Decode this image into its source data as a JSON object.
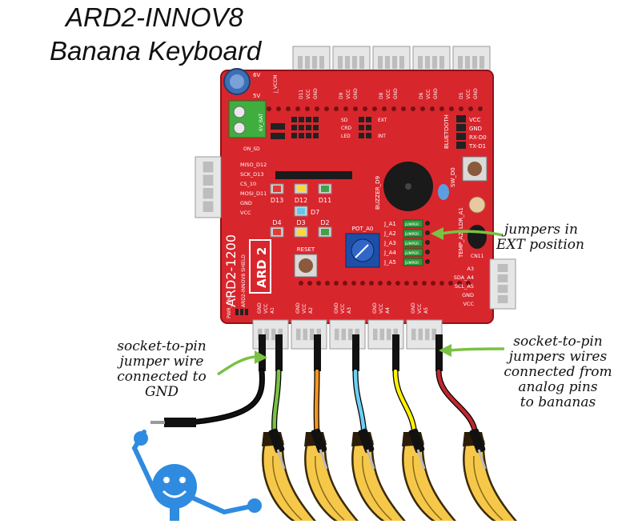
{
  "title": {
    "line1": "ARD2-INNOV8",
    "line2": "Banana Keyboard"
  },
  "annotations": {
    "gnd_wire": [
      "socket-to-pin",
      "jumper wire",
      "connected to",
      "GND"
    ],
    "jumpers": [
      "jumpers in",
      "EXT position"
    ],
    "analog_wires": [
      "socket-to-pin",
      "jumpers wires",
      "connected from",
      "analog pins",
      "to bananas"
    ]
  },
  "board": {
    "name": "ARD2-1200",
    "subname": "ARD2-INNOV8 SHIELD",
    "logo": "ARD 2",
    "leds": [
      "D13",
      "D12",
      "D11",
      "D7",
      "D4",
      "D3",
      "D2"
    ],
    "buttons": [
      "RESET",
      "SW_D0"
    ],
    "buzzer": "BUZZER_D9",
    "pot": "POT_A0",
    "sensors": [
      "LDR_A1",
      "TEMP_A2"
    ],
    "jumper_rows": [
      "J_A1",
      "J_A2",
      "J_A3",
      "J_A4",
      "J_A5"
    ],
    "jumper_label": "JUMPER",
    "power_labels": [
      "6V",
      "5V",
      "J_VCCM",
      "6V_BAT"
    ],
    "bluetooth": {
      "title": "BLUETOOTH",
      "pins": [
        "VCC",
        "GND",
        "RX-D0",
        "TX-D1"
      ]
    },
    "spi_pins": [
      "MISO_D12",
      "SCK_D13",
      "CS_10",
      "MOSI_D11",
      "GND",
      "VCC"
    ],
    "i2c_pins": [
      "A3",
      "SDA_A4",
      "SCL_A5",
      "GND",
      "VCC"
    ],
    "top_connectors": [
      "D11",
      "D9",
      "D8",
      "D6",
      "D5"
    ],
    "bottom_connectors": [
      "A1",
      "A2",
      "A3",
      "A4",
      "A5"
    ],
    "misc_labels": [
      "SD",
      "CRD",
      "LED",
      "EXT",
      "INT",
      "ON_SD",
      "PWR_ON",
      "CN11"
    ]
  },
  "colors": {
    "board": "#d8262d",
    "gnd_wire": "#111111",
    "wire_a1": "#7ac143",
    "wire_a2": "#f7941d",
    "wire_a3": "#6dcff6",
    "wire_a4": "#fff200",
    "wire_a5": "#c1272d",
    "banana": "#f6c84a",
    "figure": "#2e8be0",
    "arrow": "#7ac143"
  }
}
